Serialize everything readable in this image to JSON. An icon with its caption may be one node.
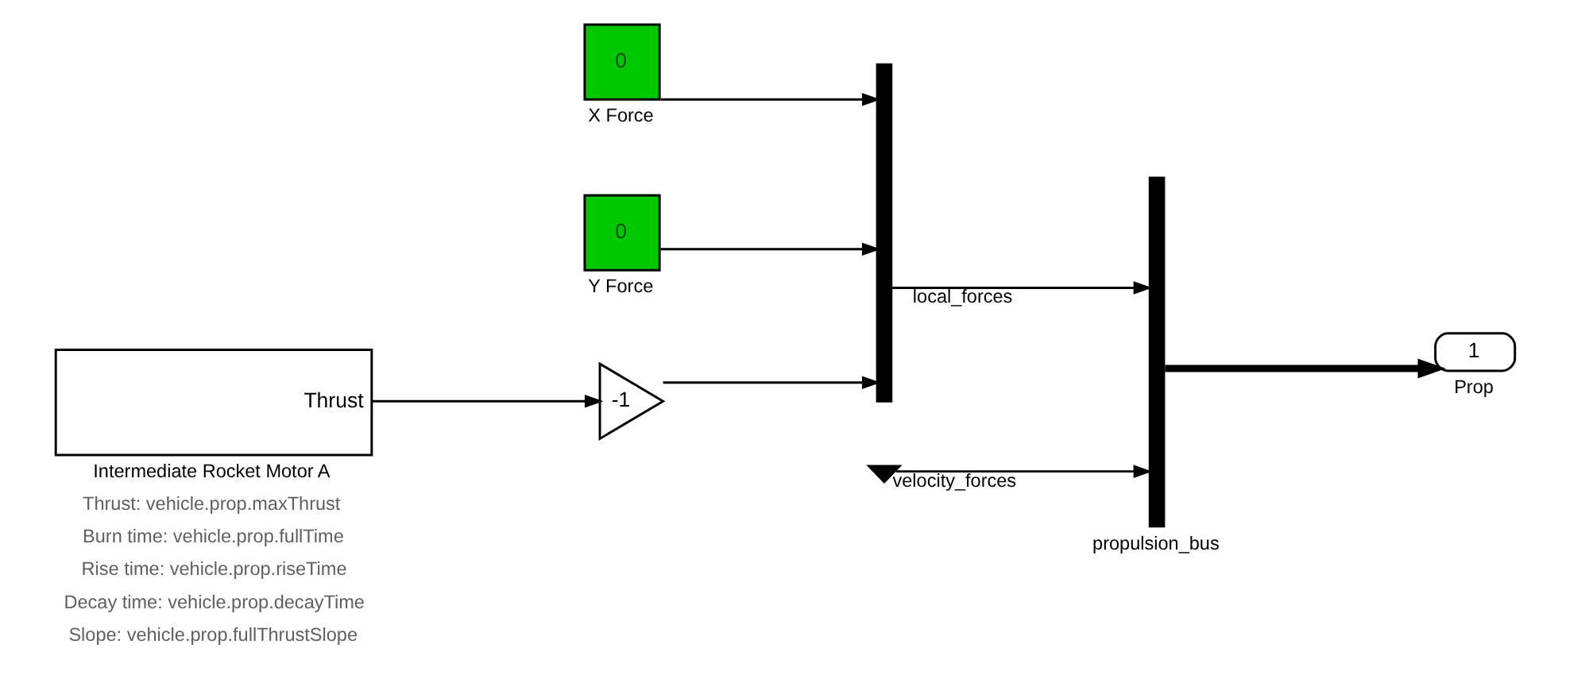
{
  "diagram": {
    "nodes": [
      {
        "text": [
          "0"
        ],
        "beside": [
          "X Force"
        ]
      },
      {
        "text": [
          "0"
        ],
        "beside": [
          "Y Force"
        ]
      },
      {
        "text": [
          "Thrust"
        ],
        "beside": [
          "Intermediate Rocket Motor A",
          "Thrust: vehicle.prop.maxThrust",
          "Burn time: vehicle.prop.fullTime",
          "Rise time: vehicle.prop.riseTime",
          "Decay time: vehicle.prop.decayTime",
          "Slope: vehicle.prop.fullThrustSlope"
        ]
      },
      {
        "text": [
          "-1"
        ]
      },
      {
        "text": [],
        "shape": "bar"
      },
      {
        "text": [],
        "shape": "ground"
      },
      {
        "text": [],
        "shape": "bar",
        "beside": [
          "propulsion_bus"
        ]
      },
      {
        "text": [
          "1"
        ],
        "beside": [
          "Prop"
        ]
      }
    ],
    "edges": [
      {
        "from": 0,
        "to": 4,
        "arrow": "to"
      },
      {
        "from": 1,
        "to": 4,
        "arrow": "to"
      },
      {
        "from": 2,
        "to": 3,
        "arrow": "to"
      },
      {
        "from": 3,
        "to": 4,
        "arrow": "to"
      },
      {
        "from": 4,
        "to": 6,
        "arrow": "to",
        "label": "local_forces"
      },
      {
        "from": 5,
        "to": 6,
        "arrow": "to",
        "label": "velocity_forces"
      },
      {
        "from": 6,
        "to": 7,
        "arrow": "to",
        "style": "thick"
      }
    ]
  }
}
